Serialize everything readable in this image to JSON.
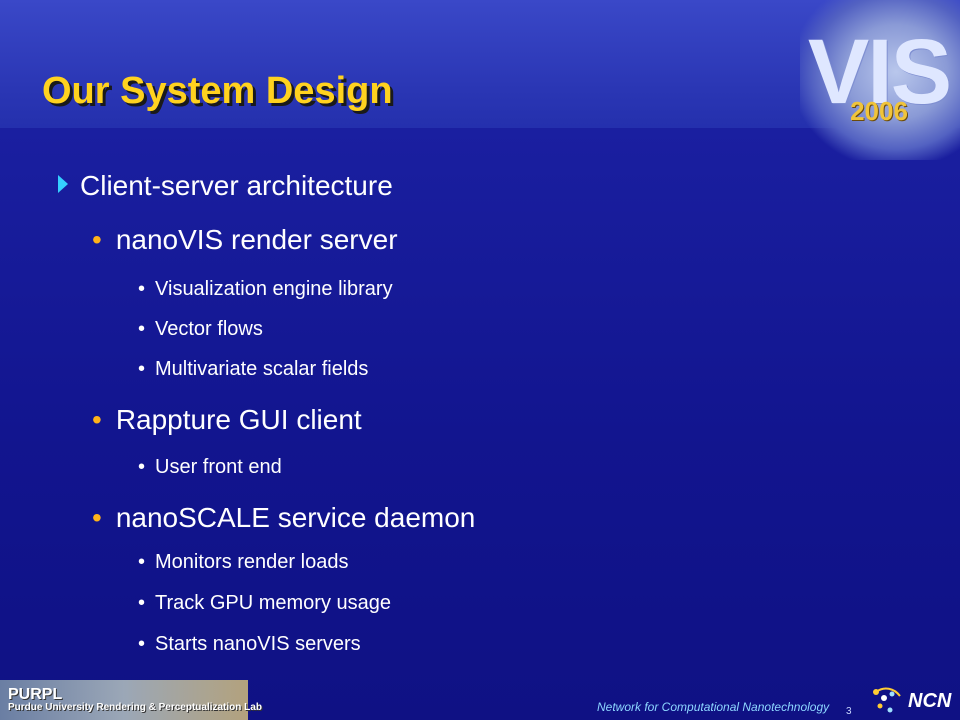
{
  "slide": {
    "title": "Our System Design",
    "bullets": [
      {
        "text": "Client-server architecture",
        "level": 1
      },
      {
        "text": "nanoVIS render server",
        "level": 2
      },
      {
        "text": "Visualization engine library",
        "level": 3
      },
      {
        "text": "Vector flows",
        "level": 3
      },
      {
        "text": "Multivariate scalar fields",
        "level": 3
      },
      {
        "text": "Rappture GUI client",
        "level": 2
      },
      {
        "text": "User front end",
        "level": 3
      },
      {
        "text": "nanoSCALE service daemon",
        "level": 2
      },
      {
        "text": "Monitors render loads",
        "level": 3
      },
      {
        "text": "Track GPU memory usage",
        "level": 3
      },
      {
        "text": "Starts nanoVIS servers",
        "level": 3
      }
    ]
  },
  "logo": {
    "vis": "VIS",
    "year": "2006"
  },
  "footer": {
    "purpl": "PURPL",
    "lab": "Purdue University Rendering & Perceptualization Lab",
    "network": "Network for Computational Nanotechnology",
    "ncn": "NCN",
    "page": "3"
  },
  "colors": {
    "background": "#12158f",
    "title": "#ffd21f",
    "arrow": "#35d0ff",
    "bullet_level2": "#ffb31a",
    "text": "#ffffff"
  }
}
